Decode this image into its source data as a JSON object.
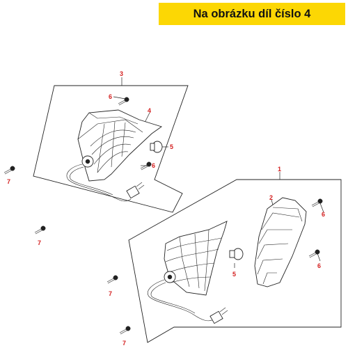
{
  "banner": {
    "text": "Na obrázku díl číslo 4",
    "color": "#fcd704"
  },
  "callouts": {
    "c1": "1",
    "c2": "2",
    "c3": "3",
    "c4": "4",
    "c5a": "5",
    "c5b": "5",
    "c6a": "6",
    "c6b": "6",
    "c6c": "6",
    "c6d": "6",
    "c7a": "7",
    "c7b": "7",
    "c7c": "7",
    "c7d": "7"
  },
  "label_color": "#d42020"
}
